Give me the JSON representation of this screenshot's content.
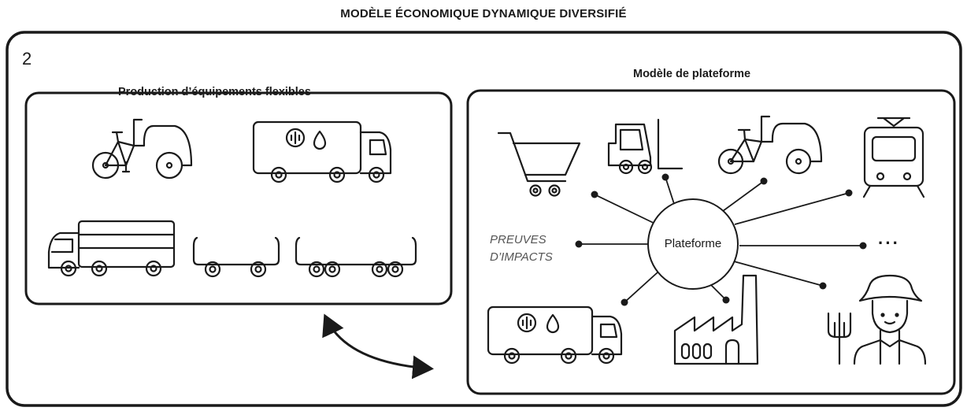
{
  "title": "MODÈLE ÉCONOMIQUE DYNAMIQUE DIVERSIFIÉ",
  "section_number": "2",
  "left_panel": {
    "heading": "Production d’équipements flexibles",
    "items": [
      "cargo-bike-icon",
      "truck-water-energy-icon",
      "box-truck-icon",
      "short-trailer-icon",
      "long-trailer-icon"
    ]
  },
  "right_panel": {
    "heading": "Modèle de plateforme",
    "hub_label": "Plateforme",
    "impact_line1": "PREUVES",
    "impact_line2": "D’IMPACTS",
    "more": "···",
    "nodes": [
      "shopping-cart-icon",
      "forklift-icon",
      "cargo-bike-icon",
      "tram-icon",
      "truck-water-energy-icon",
      "factory-icon",
      "farmer-icon"
    ]
  },
  "colors": {
    "stroke": "#1a1a1a",
    "background": "#ffffff",
    "muted": "#555555"
  }
}
